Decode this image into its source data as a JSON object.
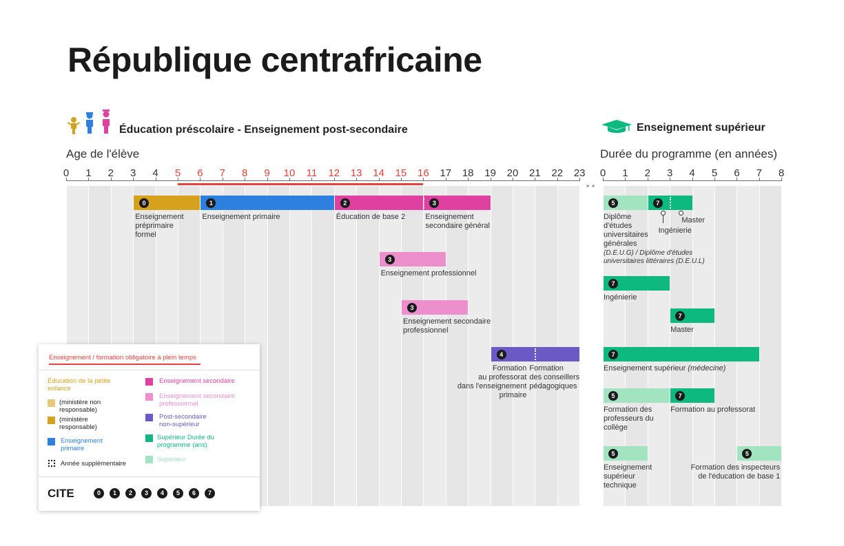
{
  "title": "République centrafricaine",
  "left_section": {
    "title": "Éducation préscolaire - Enseignement post-secondaire",
    "axis_title": "Age de l'élève",
    "ticks": [
      "0",
      "1",
      "2",
      "3",
      "4",
      "5",
      "6",
      "7",
      "8",
      "9",
      "10",
      "11",
      "12",
      "13",
      "14",
      "15",
      "16",
      "17",
      "18",
      "19",
      "20",
      "21",
      "22",
      "23"
    ],
    "compulsory_age_range": [
      5,
      16
    ]
  },
  "right_section": {
    "title": "Enseignement supérieur",
    "axis_title": "Durée du programme (en années)",
    "ticks": [
      "0",
      "1",
      "2",
      "3",
      "4",
      "5",
      "6",
      "7",
      "8"
    ]
  },
  "colors": {
    "preschool": "#d6a11c",
    "preschool_light": "#e8c77a",
    "primary": "#2d7fe0",
    "secondary": "#e0409f",
    "vocational": "#ee8fcd",
    "post_secondary": "#6b59c6",
    "tertiary": "#0db97e",
    "tertiary_light": "#a2e3c0",
    "compulsory_line": "#e8403a"
  },
  "chart_data": {
    "type": "gantt",
    "left_axis_unit": "age",
    "left_bars": [
      {
        "level": "0",
        "start": 3,
        "end": 6,
        "color": "preschool",
        "label_lines": [
          "Enseignement",
          "préprimaire",
          "formel"
        ]
      },
      {
        "level": "1",
        "start": 6,
        "end": 12,
        "color": "primary",
        "label_lines": [
          "Enseignement primaire"
        ]
      },
      {
        "level": "2",
        "start": 12,
        "end": 16,
        "color": "secondary",
        "label_lines": [
          "Éducation de base 2"
        ]
      },
      {
        "level": "3",
        "start": 16,
        "end": 19,
        "color": "secondary",
        "label_lines": [
          "Enseignement",
          "secondaire général"
        ]
      },
      {
        "level": "3",
        "start": 14,
        "end": 17,
        "color": "vocational",
        "label_lines": [
          "Enseignement professionnel"
        ]
      },
      {
        "level": "3",
        "start": 15,
        "end": 18,
        "color": "vocational",
        "label_lines": [
          "Enseignement secondaire",
          "professionnel"
        ]
      },
      {
        "level": "4",
        "start": 19,
        "end": 23,
        "color": "post_secondary",
        "divider_at": 21,
        "label_left_lines": [
          "Formation",
          "au professorat",
          "dans l'enseignement",
          "primaire"
        ],
        "label_right_lines": [
          "Formation",
          "des conseillers",
          "pédagogiques"
        ]
      }
    ],
    "right_axis_unit": "years",
    "right_bars": [
      {
        "level": "5",
        "start": 0,
        "end": 2,
        "color": "tertiary_light",
        "label_lines": [
          "Diplôme",
          "d'études",
          "universitaires",
          "générales"
        ],
        "label_italic_lines": [
          "(D.E.U.G) / Diplôme d'études",
          "universitaires littéraires (D.E.U.L)"
        ]
      },
      {
        "level": "7",
        "start": 2,
        "end": 4,
        "color": "tertiary",
        "marks": [
          {
            "at": 2.67,
            "label": "Ingénierie"
          },
          {
            "at": 3.5,
            "label": "Master"
          }
        ],
        "divider_at": 3
      },
      {
        "level": "7",
        "start": 0,
        "end": 3,
        "color": "tertiary",
        "label_lines": [
          "Ingénierie"
        ]
      },
      {
        "level": "7",
        "start": 3,
        "end": 5,
        "color": "tertiary",
        "label_lines": [
          "Master"
        ]
      },
      {
        "level": "7",
        "start": 0,
        "end": 7,
        "color": "tertiary",
        "label_main": "Enseignement supérieur ",
        "label_italic": "(médecine)"
      },
      {
        "level": "5",
        "start": 0,
        "end": 3,
        "color": "tertiary_light",
        "label_lines": [
          "Formation des",
          "professeurs du",
          "collège"
        ]
      },
      {
        "level": "7",
        "start": 3,
        "end": 5,
        "color": "tertiary",
        "label_lines": [
          "Formation au professorat"
        ]
      },
      {
        "level": "5",
        "start": 0,
        "end": 2,
        "color": "tertiary_light",
        "label_lines": [
          "Enseignement",
          "supérieur",
          "technique"
        ]
      },
      {
        "level": "5",
        "start": 6,
        "end": 8,
        "color": "tertiary_light",
        "label_lines": [
          "Formation des inspecteurs",
          "de l'éducation de base 1"
        ]
      }
    ]
  },
  "legend": {
    "header": "Enseignement / formation obligatoire à plein temps",
    "early_childhood_title": "Éducation de la petite enfance",
    "not_responsible": "(ministère non responsable)",
    "responsible": "(ministère responsable)",
    "primary": "Enseignement primaire",
    "extra_year": "Année supplémentaire",
    "secondary": "Enseignement secondaire",
    "secondary_vocational": "Enseignement secondaire professionnel",
    "post_secondary": "Post-secondaire non-supérieur",
    "tertiary_duration": "Supérieur Durée du programme (ans)",
    "tertiary": "Supérieur",
    "cite_label": "CITE",
    "cite_levels": [
      "0",
      "1",
      "2",
      "3",
      "4",
      "5",
      "6",
      "7"
    ]
  }
}
